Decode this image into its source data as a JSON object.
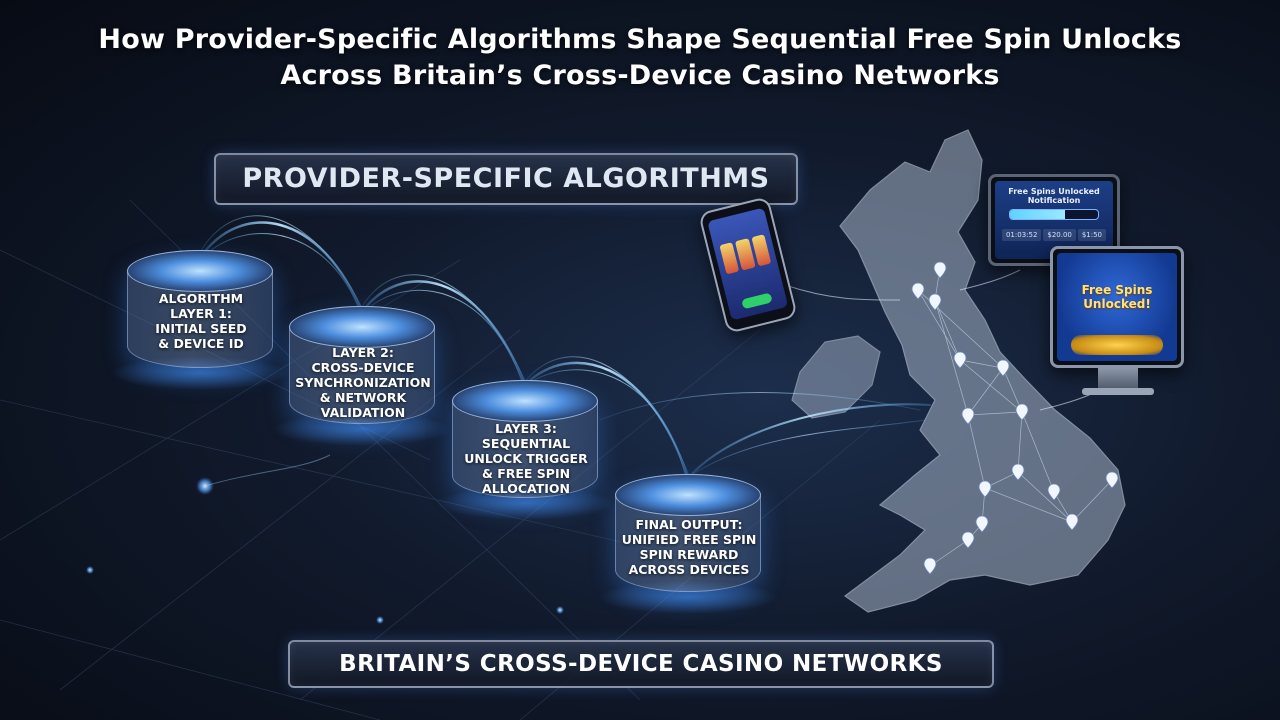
{
  "title": {
    "line1": "How Provider-Specific Algorithms Shape Sequential Free Spin Unlocks",
    "line2": "Across Britain’s Cross-Device Casino Networks"
  },
  "top_banner": "PROVIDER-SPECIFIC ALGORITHMS",
  "bottom_banner": "BRITAIN’S CROSS-DEVICE CASINO NETWORKS",
  "layers": [
    {
      "lines": [
        "ALGORITHM",
        "LAYER 1:",
        "INITIAL SEED",
        "& DEVICE ID"
      ]
    },
    {
      "lines": [
        "LAYER 2:",
        "CROSS-DEVICE",
        "SYNCHRONIZATION",
        "& NETWORK",
        "VALIDATION"
      ]
    },
    {
      "lines": [
        "LAYER 3:",
        "SEQUENTIAL",
        "UNLOCK TRIGGER",
        "& FREE SPIN",
        "ALLOCATION"
      ]
    },
    {
      "lines": [
        "FINAL OUTPUT:",
        "UNIFIED FREE SPIN",
        "SPIN REWARD",
        "ACROSS DEVICES"
      ]
    }
  ],
  "devices": {
    "tablet": {
      "line1": "Free Spins Unlocked",
      "line2": "Notification",
      "values": [
        "01:03:52",
        "$20.00",
        "$1:50"
      ]
    },
    "monitor": {
      "line1": "Free Spins",
      "line2": "Unlocked!"
    }
  },
  "colors": {
    "accent": "#4d8ede",
    "glow": "#7fc8ff",
    "map": "#a9b6c8",
    "coins": "#ffd34d"
  },
  "icons": [
    "smartphone-icon",
    "tablet-icon",
    "desktop-monitor-icon",
    "map-pin-icon",
    "uk-map"
  ]
}
